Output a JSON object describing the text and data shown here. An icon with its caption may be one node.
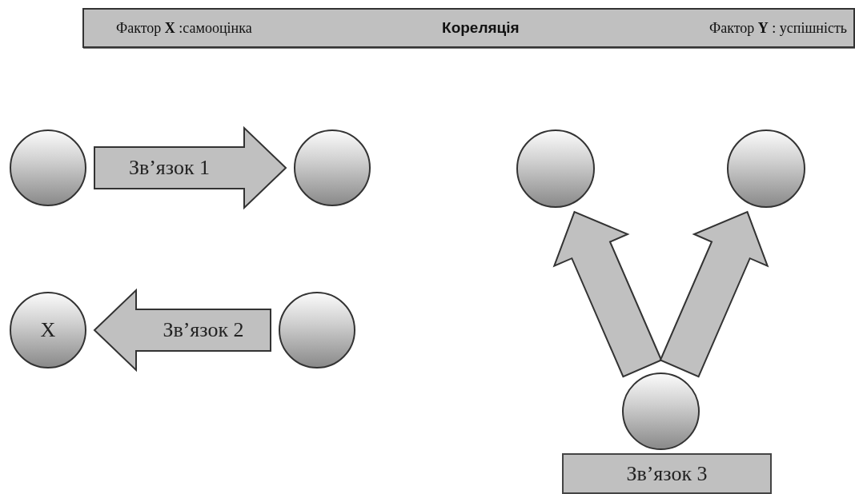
{
  "diagram": {
    "nodes": [
      {
        "text": [
          "Фактор **X** :самооцінка",
          "Кореляція",
          "Фактор **Y** : успішність"
        ]
      },
      {
        "text": [],
        "shape": "circle"
      },
      {
        "text": [],
        "shape": "circle"
      },
      {
        "text": [
          "X"
        ]
      },
      {
        "text": [],
        "shape": "circle"
      },
      {
        "text": [],
        "shape": "circle"
      },
      {
        "text": [],
        "shape": "circle"
      },
      {
        "text": [],
        "shape": "circle"
      },
      {
        "text": [
          "Зв’язок 3"
        ]
      }
    ],
    "edges": [
      {
        "from": 1,
        "to": 2,
        "arrow": "to",
        "label": "Зв’язок 1"
      },
      {
        "from": 4,
        "to": 3,
        "arrow": "to",
        "label": "Зв’язок 2"
      },
      {
        "from": 7,
        "to": 5,
        "arrow": "to"
      },
      {
        "from": 7,
        "to": 6,
        "arrow": "to"
      }
    ]
  }
}
